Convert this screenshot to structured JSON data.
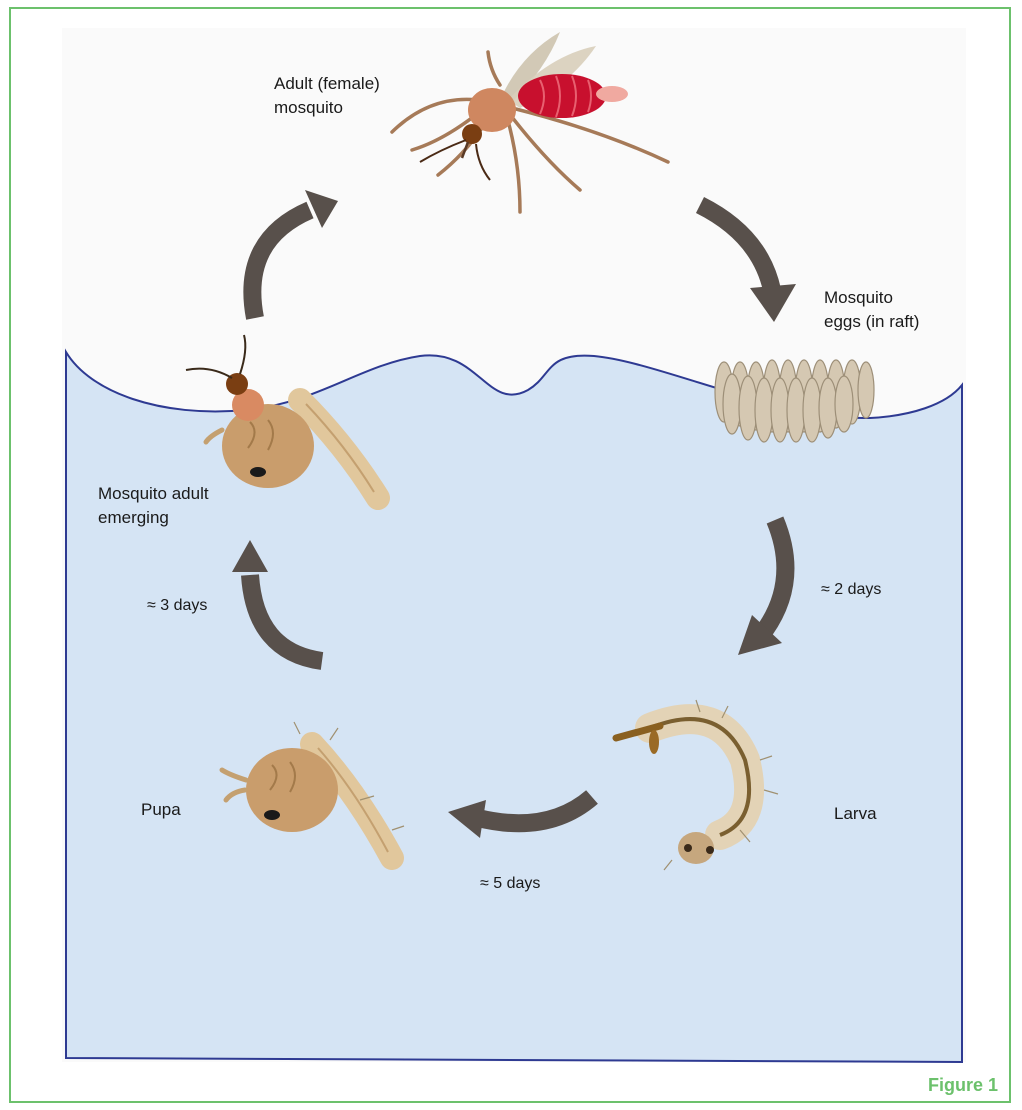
{
  "diagram": {
    "stages": {
      "adult": "Adult (female)\nmosquito",
      "eggs": "Mosquito\neggs (in raft)",
      "larva": "Larva",
      "pupa": "Pupa",
      "emerging": "Mosquito adult\nemerging"
    },
    "durations": {
      "eggs_to_larva": "≈ 2 days",
      "larva_to_pupa": "≈ 5 days",
      "pupa_to_adult": "≈ 3 days"
    },
    "colors": {
      "water": "#d5e4f4",
      "water_outline": "#2e3a92",
      "arrow": "#58504b",
      "frame": "#6cc16c",
      "blood": "#c8102e"
    }
  },
  "figure_label": "Figure 1"
}
